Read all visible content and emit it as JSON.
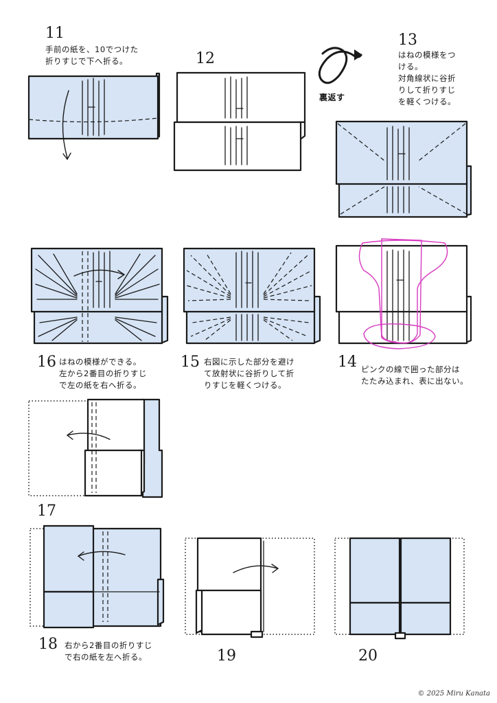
{
  "steps": [
    {
      "num": "11",
      "text": "手前の紙を、10でつけた\n折りすじで下へ折る。"
    },
    {
      "num": "12",
      "text": ""
    },
    {
      "num": "13",
      "text": "はねの模様をつ\nける。\n対角線状に谷折\nりして折りすじ\nを軽くつける。"
    },
    {
      "num": "14",
      "text": "ピンクの線で囲った部分は\nたたみ込まれ、表に出ない。"
    },
    {
      "num": "15",
      "text": "右図に示した部分を避け\nて放射状に谷折りして折\nりすじを軽くつける。"
    },
    {
      "num": "16",
      "text": "はねの模様ができる。\n左から2番目の折りすじ\nで左の紙を右へ折る。"
    },
    {
      "num": "17",
      "text": ""
    },
    {
      "num": "18",
      "text": "右から2番目の折りすじ\nで右の紙を左へ折る。"
    },
    {
      "num": "19",
      "text": ""
    },
    {
      "num": "20",
      "text": ""
    }
  ],
  "turn_over_label": "裏返す",
  "copyright": "© 2025 Miru Kanata",
  "colors": {
    "paper_blue": "#d6e4f5",
    "highlight_pink": "#d63ac0"
  }
}
